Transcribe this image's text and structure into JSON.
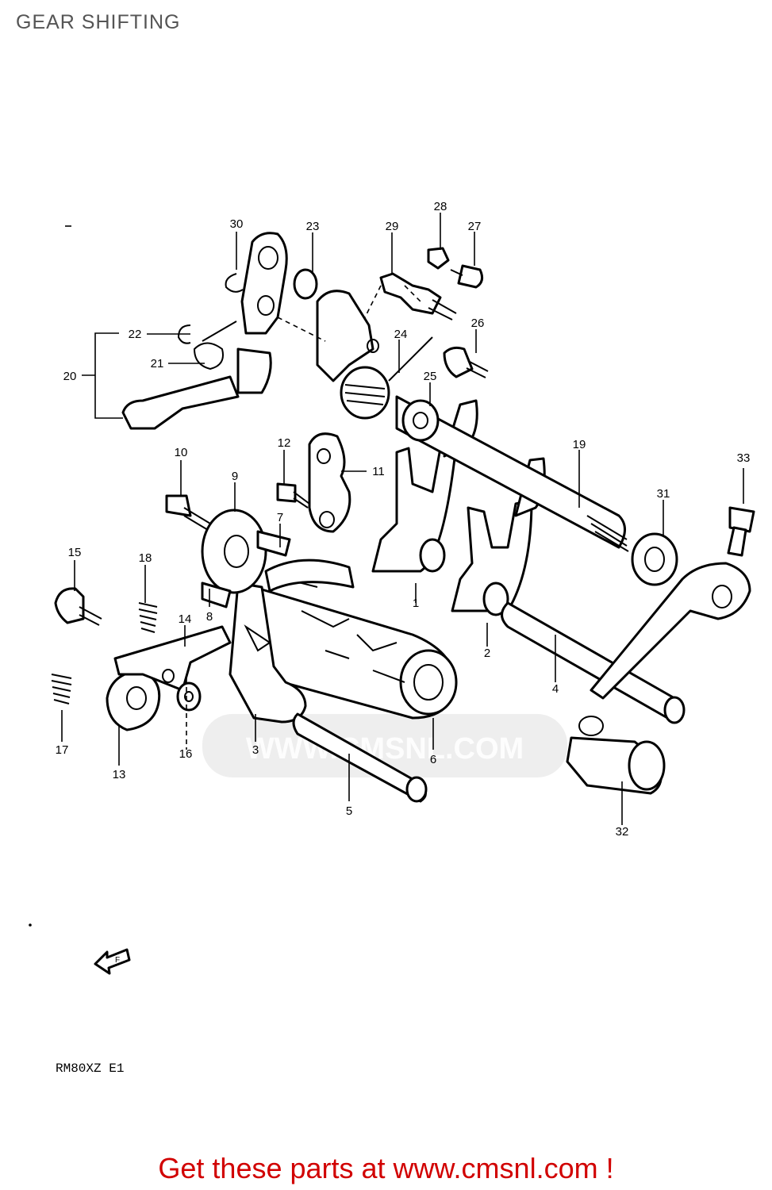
{
  "page": {
    "title": "GEAR SHIFTING"
  },
  "watermark": {
    "text": "WWW.CMSNL.COM",
    "color": "#cfcfcf"
  },
  "diagram": {
    "model_code": "RM80XZ E1",
    "arrow_text": "F",
    "callouts": [
      "1",
      "2",
      "3",
      "4",
      "5",
      "6",
      "7",
      "8",
      "9",
      "10",
      "11",
      "12",
      "13",
      "14",
      "15",
      "16",
      "17",
      "18",
      "19",
      "20",
      "21",
      "22",
      "23",
      "24",
      "25",
      "26",
      "27",
      "28",
      "29",
      "30",
      "31",
      "32",
      "33"
    ]
  },
  "footer": {
    "promo": "Get these parts at www.cmsnl.com !",
    "color": "#d10000"
  }
}
